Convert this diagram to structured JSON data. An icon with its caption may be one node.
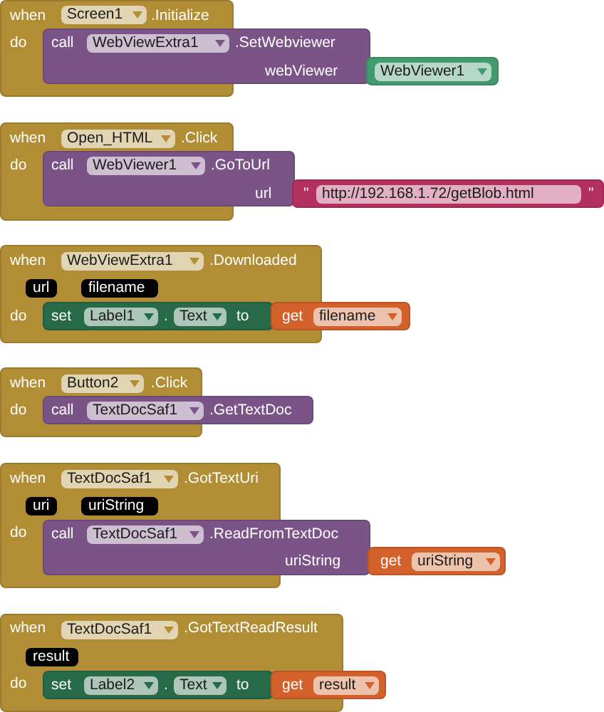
{
  "diagram": {
    "nodes": [
      {
        "text": [
          "when",
          "Screen1",
          ".Initialize",
          "do"
        ]
      },
      {
        "text": [
          "call",
          "WebViewExtra1",
          ".SetWebviewer",
          "webViewer"
        ]
      },
      {
        "text": [
          "WebViewer1"
        ]
      },
      {
        "text": [
          "when",
          "Open_HTML",
          ".Click",
          "do"
        ]
      },
      {
        "text": [
          "call",
          "WebViewer1",
          ".GoToUrl",
          "url"
        ]
      },
      {
        "text": [
          "\"",
          "http://192.168.1.72/getBlob.html",
          "\""
        ]
      },
      {
        "text": [
          "when",
          "WebViewExtra1",
          ".Downloaded",
          "url",
          "filename",
          "do"
        ]
      },
      {
        "text": [
          "set",
          "Label1",
          ".",
          "Text",
          "to"
        ],
        "in": 6
      },
      {
        "text": [
          "get",
          "filename"
        ]
      },
      {
        "text": [
          "when",
          "Button2",
          ".Click",
          "do"
        ]
      },
      {
        "text": [
          "call",
          "TextDocSaf1",
          ".GetTextDoc"
        ]
      },
      {
        "text": [
          "when",
          "TextDocSaf1",
          ".GotTextUri",
          "uri",
          "uriString",
          "do"
        ]
      },
      {
        "text": [
          "call",
          "TextDocSaf1",
          ".ReadFromTextDoc",
          "uriString"
        ]
      },
      {
        "text": [
          "get",
          "uriString"
        ]
      },
      {
        "text": [
          "when",
          "TextDocSaf1",
          ".GotTextReadResult",
          "result",
          "do"
        ]
      },
      {
        "text": [
          "set",
          "Label2",
          ".",
          "Text",
          "to"
        ],
        "in": 14
      },
      {
        "text": [
          "get",
          "result"
        ]
      }
    ]
  }
}
